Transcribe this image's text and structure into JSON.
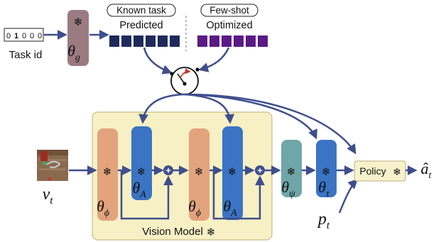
{
  "task_id": {
    "bits": [
      "0",
      "1",
      "0",
      "0",
      "0"
    ],
    "label": "Task id"
  },
  "theta_g": {
    "symbol": "θ",
    "sub": "g"
  },
  "known_task": {
    "tag": "Known task",
    "label": "Predicted",
    "color": "#1f2a5c"
  },
  "few_shot": {
    "tag": "Few-shot",
    "label": "Optimized",
    "color": "#5b1a86"
  },
  "input": {
    "symbol": "v",
    "sub": "t"
  },
  "proprio": {
    "symbol": "p",
    "sub": "t"
  },
  "vision_model": {
    "label": "Vision Model"
  },
  "blocks": {
    "phi": {
      "symbol": "θ",
      "sub": "ϕ"
    },
    "adapter": {
      "symbol": "θ",
      "sub": "A"
    },
    "psi": {
      "symbol": "θ",
      "sub": "ψ"
    },
    "tau": {
      "symbol": "θ",
      "sub": "τ"
    }
  },
  "policy": {
    "label": "Policy"
  },
  "output": {
    "symbol": "â",
    "sub": "t"
  },
  "glyphs": {
    "frozen": "❄",
    "plus": "+"
  },
  "colors": {
    "arrow": "#3f4e8c",
    "vision_bg": "#f6f0c4",
    "phi": "#e3a37d",
    "adapter": "#3b74c4",
    "psi": "#6fa6a8",
    "tau": "#3b74c4",
    "theta_g": "#9a7b82",
    "policy_bg": "#f7f2cc",
    "switch_arrow": "#c0392b"
  }
}
